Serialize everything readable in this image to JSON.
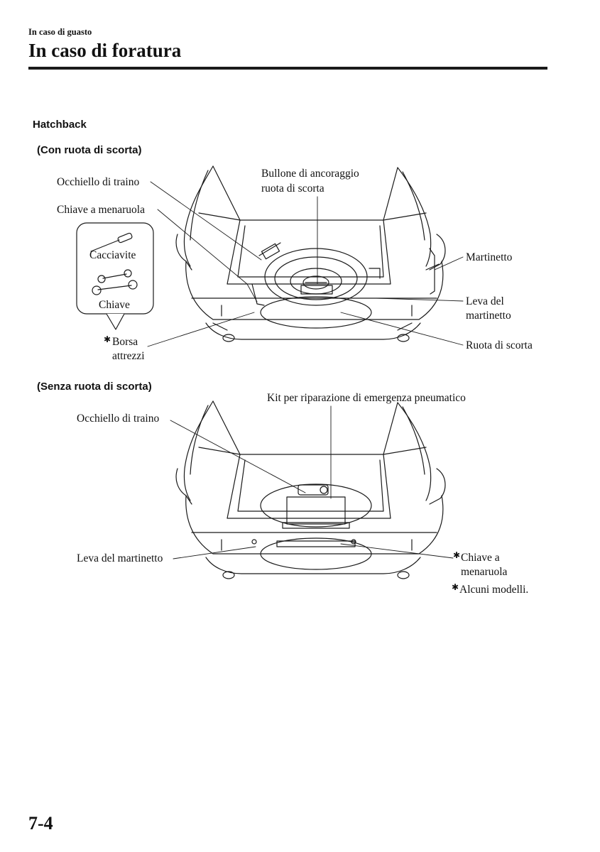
{
  "header": {
    "section": "In caso di guasto",
    "title": "In caso di foratura"
  },
  "subtitle": "Hatchback",
  "figure1": {
    "heading": "(Con ruota di scorta)",
    "labels": {
      "tow_hook": "Occhiello di traino",
      "lug_wrench": "Chiave a menaruola",
      "screwdriver": "Cacciavite",
      "wrench": "Chiave",
      "tool_bag_marker": "✱",
      "tool_bag_1": "Borsa",
      "tool_bag_2": "attrezzi",
      "spare_bolt_1": "Bullone di ancoraggio",
      "spare_bolt_2": "ruota di scorta",
      "jack": "Martinetto",
      "jack_lever_1": "Leva del",
      "jack_lever_2": "martinetto",
      "spare_tire": "Ruota di scorta"
    }
  },
  "figure2": {
    "heading": "(Senza ruota di scorta)",
    "labels": {
      "tow_hook": "Occhiello di traino",
      "repair_kit": "Kit per riparazione di emergenza pneumatico",
      "jack_lever": "Leva del martinetto",
      "lug_wrench_marker": "✱",
      "lug_wrench_1": "Chiave a",
      "lug_wrench_2": "menaruola",
      "footnote_marker": "✱",
      "footnote": "Alcuni modelli."
    }
  },
  "page_number": "7-4"
}
